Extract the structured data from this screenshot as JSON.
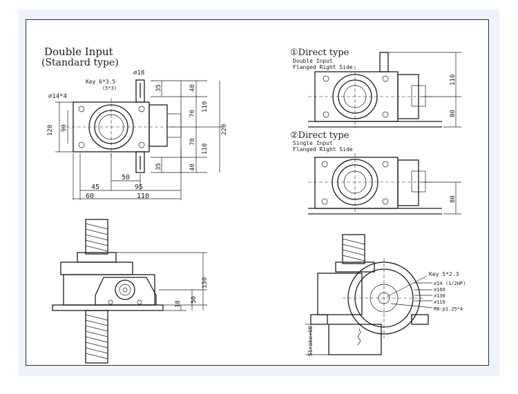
{
  "main_view": {
    "title_line1": "Double Input",
    "title_line2": "(Standard type)",
    "key_note": "Key 6*3.5",
    "key_note_sub": "(5*3)",
    "shaft_dia": "∅18",
    "flange_dia": "∅14*4",
    "dims": {
      "d35_top": "35",
      "d40_top": "40",
      "d70_top": "70",
      "d110_top": "110",
      "d220": "220",
      "d70_bot": "70",
      "d110_bot": "110",
      "d35_bot": "35",
      "d40_bot": "40",
      "d120": "120",
      "d90": "90",
      "d50": "50",
      "d45": "45",
      "d95": "95",
      "d60": "60",
      "d110_bottom": "110"
    }
  },
  "direct_type_1": {
    "title": "①Direct type",
    "line1": "Double Input",
    "line2": "Flanged Right Side",
    "dim_110": "110",
    "dim_80": "80"
  },
  "direct_type_2": {
    "title": "②Direct type",
    "line1": "Single Input",
    "line2": "Flanged Right Side",
    "dim_80": "80"
  },
  "front_view": {
    "dim_130": "130",
    "dim_50": "50",
    "dim_18": "18"
  },
  "side_view": {
    "key": "Key 5*2.3",
    "dia14": "∅14 (1/2HP)",
    "dia160": "∅160",
    "dia130": "∅130",
    "dia110": "∅110",
    "m8": "M8-p1.25*4",
    "stroke": "Stroke+60"
  }
}
